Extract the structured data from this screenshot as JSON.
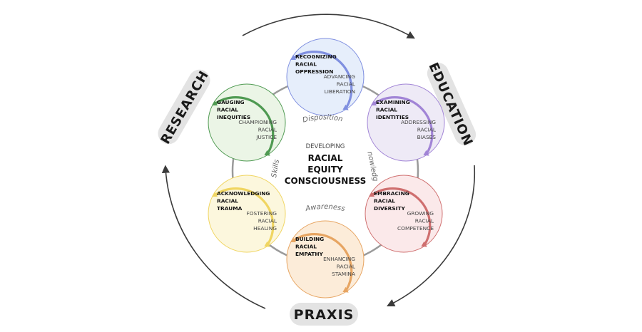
{
  "pills": {
    "research": "RESEARCH",
    "education": "EDUCATION",
    "praxis": "PRAXIS"
  },
  "center": {
    "pre": "DEVELOPING",
    "line1": "RACIAL",
    "line2": "EQUITY",
    "line3": "CONSCIOUSNESS"
  },
  "ring_labels": {
    "dispositions": "Dispositions",
    "knowledge": "Knowledge",
    "awareness": "Awareness",
    "skills": "Skills"
  },
  "circles": [
    {
      "id": "recognizing",
      "title": [
        "RECOGNIZING",
        "RACIAL",
        "OPPRESSION"
      ],
      "sub": [
        "ADVANCING",
        "RACIAL",
        "LIBERATION"
      ],
      "fill": "#e6eefb",
      "stroke": "#7f8fe0"
    },
    {
      "id": "examining",
      "title": [
        "EXAMINING",
        "RACIAL",
        "IDENTITIES"
      ],
      "sub": [
        "ADDRESSING",
        "RACIAL",
        "BIASES"
      ],
      "fill": "#eeeaf6",
      "stroke": "#a184d6"
    },
    {
      "id": "embracing",
      "title": [
        "EMBRACING",
        "RACIAL",
        "DIVERSITY"
      ],
      "sub": [
        "GROWING",
        "RACIAL",
        "COMPETENCE"
      ],
      "fill": "#fbe9ea",
      "stroke": "#cf6f6f"
    },
    {
      "id": "building",
      "title": [
        "BUILDING",
        "RACIAL",
        "EMPATHY"
      ],
      "sub": [
        "ENHANCING",
        "RACIAL",
        "STAMINA"
      ],
      "fill": "#fcecd9",
      "stroke": "#e7a562"
    },
    {
      "id": "acknowledging",
      "title": [
        "ACKNOWLEDGING",
        "RACIAL",
        "TRAUMA"
      ],
      "sub": [
        "FOSTERING",
        "RACIAL",
        "HEALING"
      ],
      "fill": "#fcf7dd",
      "stroke": "#f0d561"
    },
    {
      "id": "gauging",
      "title": [
        "GAUGING",
        "RACIAL",
        "INEQUITIES"
      ],
      "sub": [
        "CHAMPIONING",
        "RACIAL",
        "JUSTICE"
      ],
      "fill": "#ebf5e6",
      "stroke": "#4f9a52"
    }
  ],
  "colors": {
    "ring": "#9a9a9a",
    "outer_arrow": "#3a3a3a",
    "pill_fill": "#e3e3e3"
  }
}
